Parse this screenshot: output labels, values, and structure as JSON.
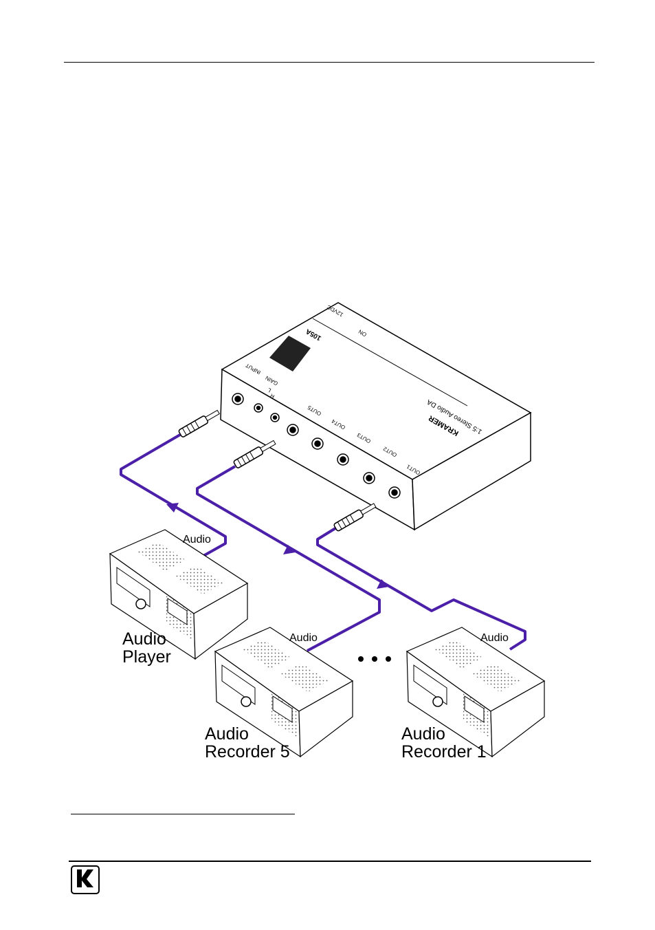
{
  "device": {
    "brand": "KRAMER",
    "model": "105A",
    "title": "1:5 Stereo Audio DA",
    "panel_labels": {
      "input": "INPUT",
      "gain": "GAIN",
      "left": "L",
      "right": "R",
      "power": "12VDC",
      "on": "ON",
      "out1": "OUT1",
      "out2": "OUT2",
      "out3": "OUT3",
      "out4": "OUT4",
      "out5": "OUT5"
    }
  },
  "cable_labels": {
    "player": "Audio",
    "recorder5": "Audio",
    "recorder1": "Audio"
  },
  "devices": {
    "player": "Audio\nPlayer",
    "recorder5": "Audio\nRecorder 5",
    "recorder1": "Audio\nRecorder 1"
  },
  "ellipsis": "• • •",
  "footer": {
    "logo_text": "KRAMER"
  },
  "colors": {
    "cable": "#4b1fa8",
    "arrow": "#4b1fa8"
  }
}
